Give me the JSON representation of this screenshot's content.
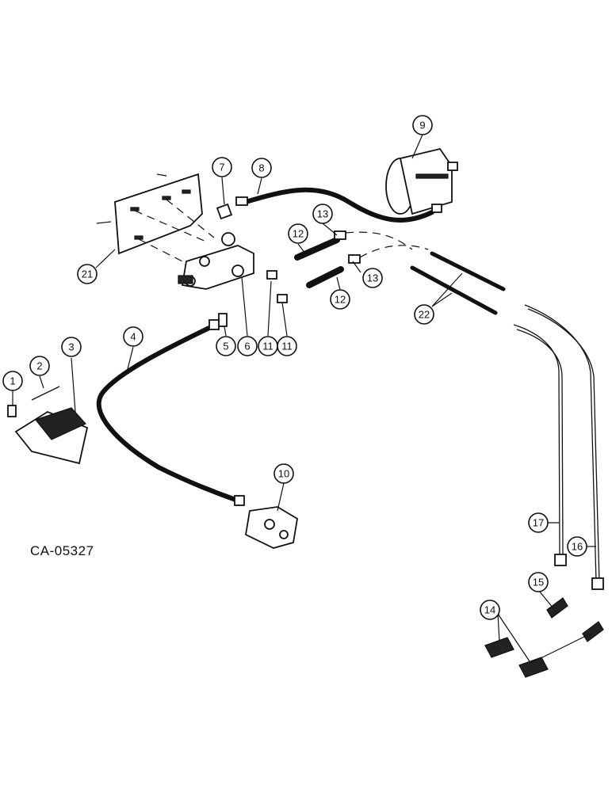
{
  "reference_code": "CA-05327",
  "callouts": [
    "1",
    "2",
    "3",
    "4",
    "5",
    "6",
    "7",
    "8",
    "9",
    "10",
    "11",
    "11",
    "12",
    "12",
    "13",
    "13",
    "14",
    "15",
    "16",
    "17",
    "21",
    "22"
  ]
}
